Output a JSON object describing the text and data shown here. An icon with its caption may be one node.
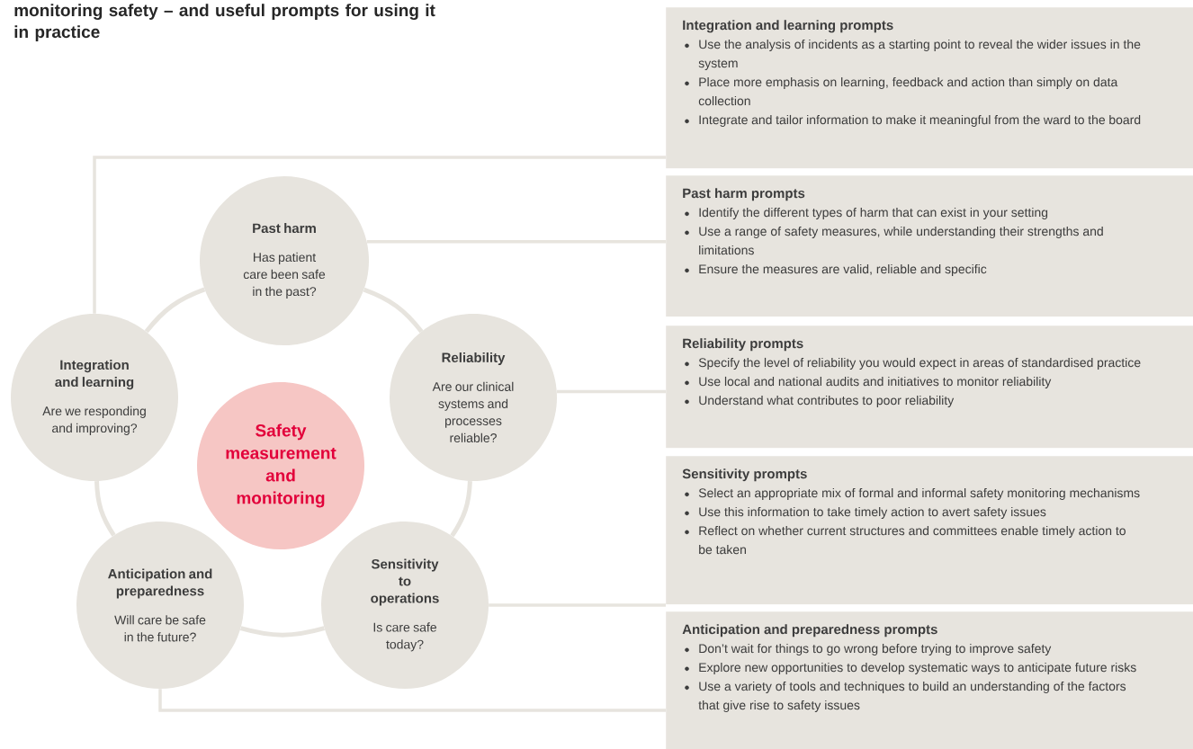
{
  "diagram": {
    "title": "monitoring safety – and useful prompts for using it in practice",
    "nodes": [
      {
        "text": [
          "Past harm",
          "Has patient care been safe in the past?"
        ]
      },
      {
        "text": [
          "Integration and learning",
          "Are we responding and improving?"
        ]
      },
      {
        "text": [
          "Safety measurement and monitoring"
        ]
      },
      {
        "text": [
          "Reliability",
          "Are our clinical systems and processes reliable?"
        ]
      },
      {
        "text": [
          "Anticipation and preparedness",
          "Will care be safe in the future?"
        ]
      },
      {
        "text": [
          "Sensitivity to operations",
          "Is care safe today?"
        ]
      },
      {
        "text": [
          "Integration and learning prompts",
          "Use the analysis of incidents as a starting point to reveal the wider issues in the system",
          "Place more emphasis on learning, feedback and action than simply on data collection",
          "Integrate and tailor information to make it meaningful from the ward to the board"
        ]
      },
      {
        "text": [
          "Past harm prompts",
          "Identify the different types of harm that can exist in your setting",
          "Use a range of safety measures, while understanding their strengths and limitations",
          "Ensure the measures are valid, reliable and specific"
        ]
      },
      {
        "text": [
          "Reliability prompts",
          "Specify the level of reliability you would expect in areas of standardised practice",
          "Use local and national audits and initiatives to monitor reliability",
          "Understand what contributes to poor reliability"
        ]
      },
      {
        "text": [
          "Sensitivity prompts",
          "Select an appropriate mix of formal and informal safety monitoring mechanisms",
          "Use this information to take timely action to avert safety issues",
          "Reflect on whether current structures and committees enable timely action to be taken"
        ]
      },
      {
        "text": [
          "Anticipation and preparedness prompts",
          "Don’t wait for things to go wrong before trying to improve safety",
          "Explore new opportunities to develop systematic ways to anticipate future risks",
          "Use a variety of tools and techniques to build an understanding of the factors that give rise to safety issues"
        ]
      }
    ],
    "edges": [
      {
        "from": 0,
        "to": 3,
        "arrow": "none"
      },
      {
        "from": 3,
        "to": 5,
        "arrow": "none"
      },
      {
        "from": 5,
        "to": 4,
        "arrow": "none"
      },
      {
        "from": 4,
        "to": 1,
        "arrow": "none"
      },
      {
        "from": 1,
        "to": 0,
        "arrow": "none"
      },
      {
        "from": 1,
        "to": 6,
        "arrow": "none"
      },
      {
        "from": 0,
        "to": 7,
        "arrow": "none"
      },
      {
        "from": 3,
        "to": 8,
        "arrow": "none"
      },
      {
        "from": 5,
        "to": 9,
        "arrow": "none"
      },
      {
        "from": 4,
        "to": 10,
        "arrow": "none"
      }
    ]
  }
}
